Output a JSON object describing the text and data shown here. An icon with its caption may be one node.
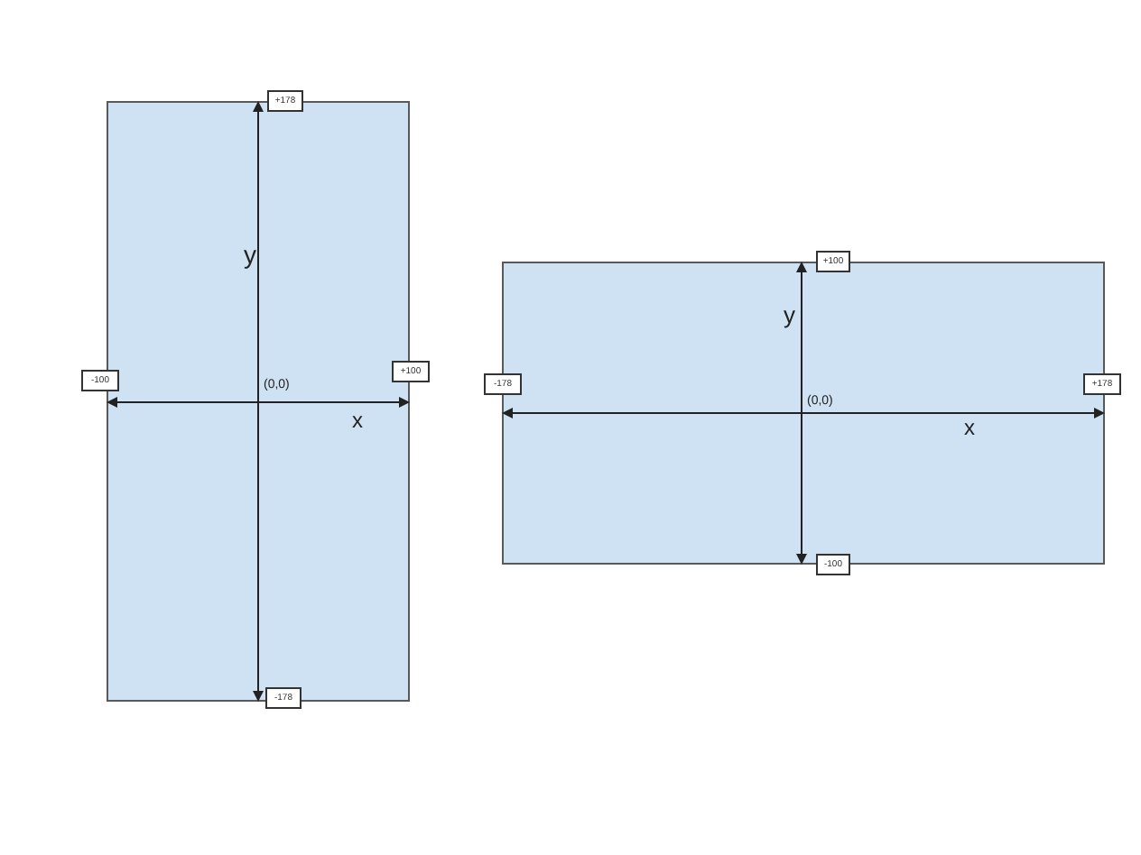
{
  "diagram": {
    "nodes": [
      {
        "text": [
          "y",
          "(0,0)",
          "x"
        ]
      },
      {
        "text": [
          "+178"
        ]
      },
      {
        "text": [
          "-100"
        ]
      },
      {
        "text": [
          "+100"
        ]
      },
      {
        "text": [
          "-178"
        ]
      },
      {
        "text": [
          "y",
          "(0,0)",
          "x"
        ]
      },
      {
        "text": [
          "+100"
        ]
      },
      {
        "text": [
          "-178"
        ]
      },
      {
        "text": [
          "+178"
        ]
      },
      {
        "text": [
          "-100"
        ]
      }
    ]
  }
}
